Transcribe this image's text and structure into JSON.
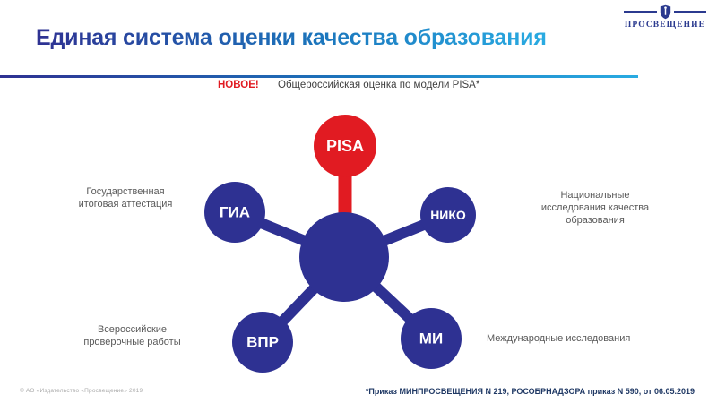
{
  "slide": {
    "title": "Единая система оценки качества образования",
    "badge_label": "НОВОЕ!",
    "subtitle": "Общероссийская оценка по модели PISA*",
    "copyright": "© АО «Издательство «Просвещение» 2019",
    "footnote": "*Приказ МИНПРОСВЕЩЕНИЯ N 219, РОСОБРНАДЗОРА приказ N 590, от 06.05.2019"
  },
  "logo": {
    "text": "ПРОСВЕЩЕНИЕ"
  },
  "colors": {
    "navy": "#2E3192",
    "red": "#E11B22",
    "title_gradient_start": "#2E3192",
    "title_gradient_mid": "#1B75BC",
    "title_gradient_end": "#29ABE2",
    "label_gray": "#595959",
    "footnote_navy": "#1F3864",
    "copyright_gray": "#ABABAB",
    "white": "#FFFFFF"
  },
  "diagram": {
    "hub": {
      "name": "central-hub"
    },
    "nodes": [
      {
        "id": "pisa",
        "label": "PISA",
        "color": "red"
      },
      {
        "id": "gia",
        "label": "ГИА",
        "color": "navy",
        "caption": "Государственная итоговая аттестация"
      },
      {
        "id": "niko",
        "label": "НИКО",
        "color": "navy",
        "caption": "Национальные исследования качества образования"
      },
      {
        "id": "vpr",
        "label": "ВПР",
        "color": "navy",
        "caption": "Всероссийские проверочные работы"
      },
      {
        "id": "mi",
        "label": "МИ",
        "color": "navy",
        "caption": "Международные исследования"
      }
    ]
  }
}
